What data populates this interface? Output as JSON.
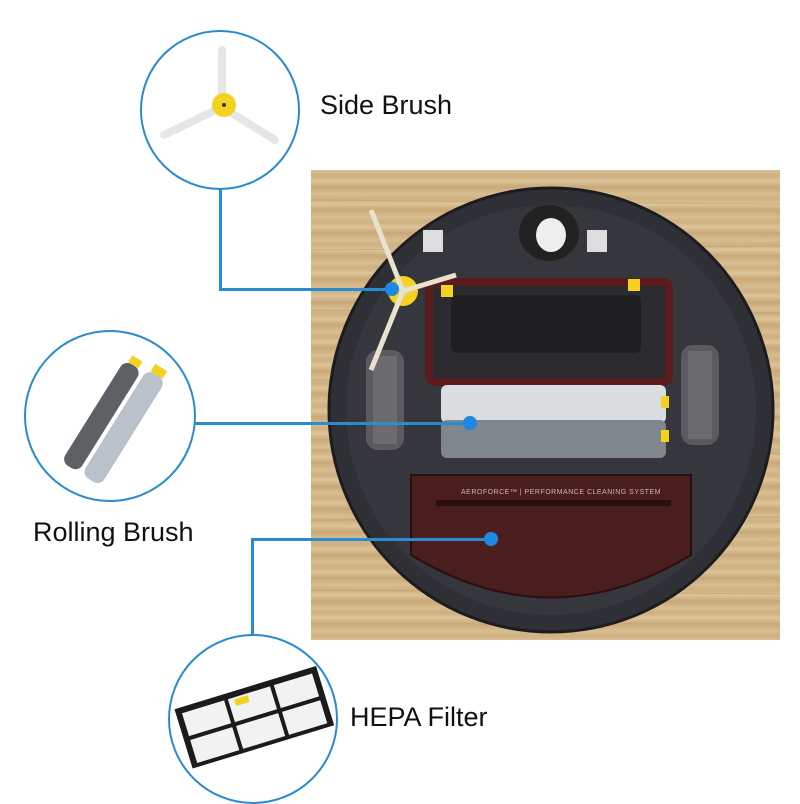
{
  "colors": {
    "accent": "#2a8bd0",
    "dot": "#1e88e5",
    "robot_body": "#2f3036",
    "bin": "#4a1d1f",
    "wood": "#d3b689",
    "brush_yellow": "#f4d21f"
  },
  "callouts": [
    {
      "id": "side-brush",
      "label": "Side Brush",
      "icon": "side-brush-icon"
    },
    {
      "id": "rolling-brush",
      "label": "Rolling Brush",
      "icon": "rolling-brush-icon"
    },
    {
      "id": "hepa-filter",
      "label": "HEPA Filter",
      "icon": "hepa-filter-icon"
    }
  ],
  "photo": {
    "subject": "robot-vacuum-underside",
    "bin_text_brand": "AeroForce™",
    "bin_text_tagline": "PERFORMANCE CLEANING SYSTEM"
  }
}
